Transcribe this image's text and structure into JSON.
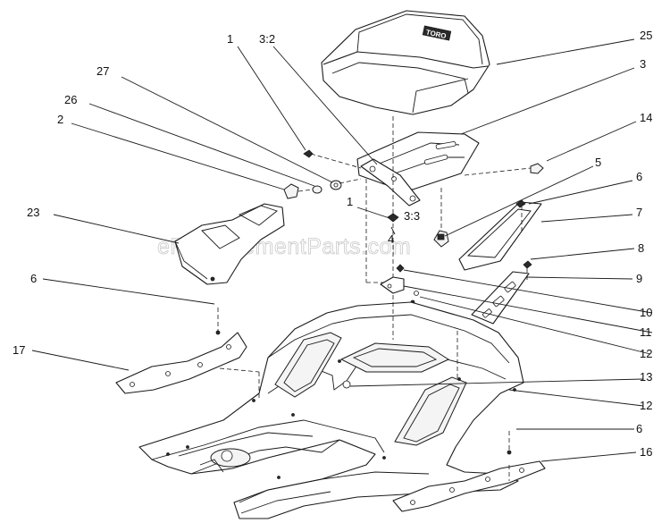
{
  "watermark": "eReplacementParts.com",
  "seat_logo": "TORO",
  "callouts": [
    {
      "key": "c25",
      "label": "25"
    },
    {
      "key": "c3",
      "label": "3"
    },
    {
      "key": "c1_top",
      "label": "1"
    },
    {
      "key": "c3_2",
      "label": "3:2"
    },
    {
      "key": "c27",
      "label": "27"
    },
    {
      "key": "c26",
      "label": "26"
    },
    {
      "key": "c2",
      "label": "2"
    },
    {
      "key": "c14",
      "label": "14"
    },
    {
      "key": "c5",
      "label": "5"
    },
    {
      "key": "c6_top",
      "label": "6"
    },
    {
      "key": "c7",
      "label": "7"
    },
    {
      "key": "c1_mid",
      "label": "1"
    },
    {
      "key": "c3_3",
      "label": "3:3"
    },
    {
      "key": "c4",
      "label": "4"
    },
    {
      "key": "c23",
      "label": "23"
    },
    {
      "key": "c8",
      "label": "8"
    },
    {
      "key": "c9",
      "label": "9"
    },
    {
      "key": "c6_left",
      "label": "6"
    },
    {
      "key": "c10",
      "label": "10"
    },
    {
      "key": "c11",
      "label": "11"
    },
    {
      "key": "c12_upper",
      "label": "12"
    },
    {
      "key": "c17",
      "label": "17"
    },
    {
      "key": "c13",
      "label": "13"
    },
    {
      "key": "c12_lower",
      "label": "12"
    },
    {
      "key": "c6_bottom",
      "label": "6"
    },
    {
      "key": "c16",
      "label": "16"
    }
  ]
}
